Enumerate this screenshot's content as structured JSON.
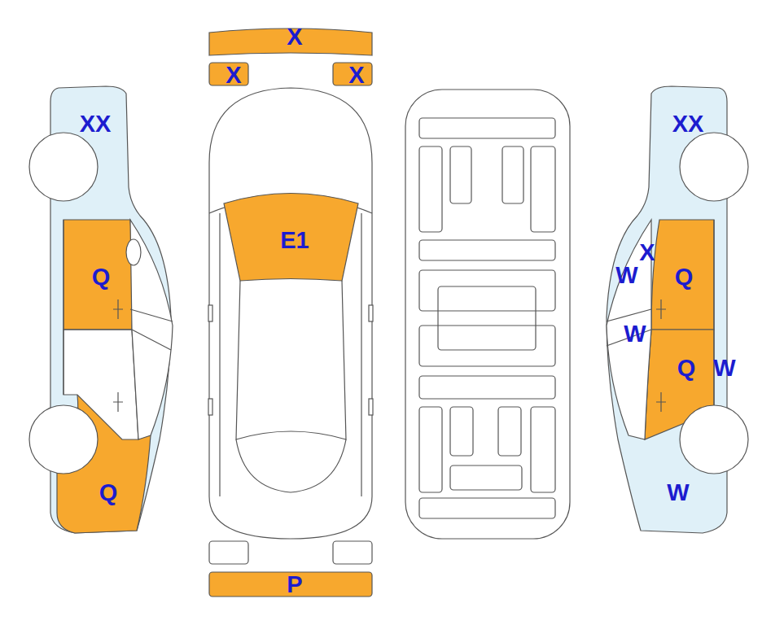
{
  "diagram": {
    "labels": [
      "X",
      "X",
      "X",
      "XX",
      "XX",
      "E1",
      "X",
      "Q",
      "W",
      "Q",
      "W",
      "Q",
      "W",
      "W",
      "Q",
      "P"
    ]
  }
}
